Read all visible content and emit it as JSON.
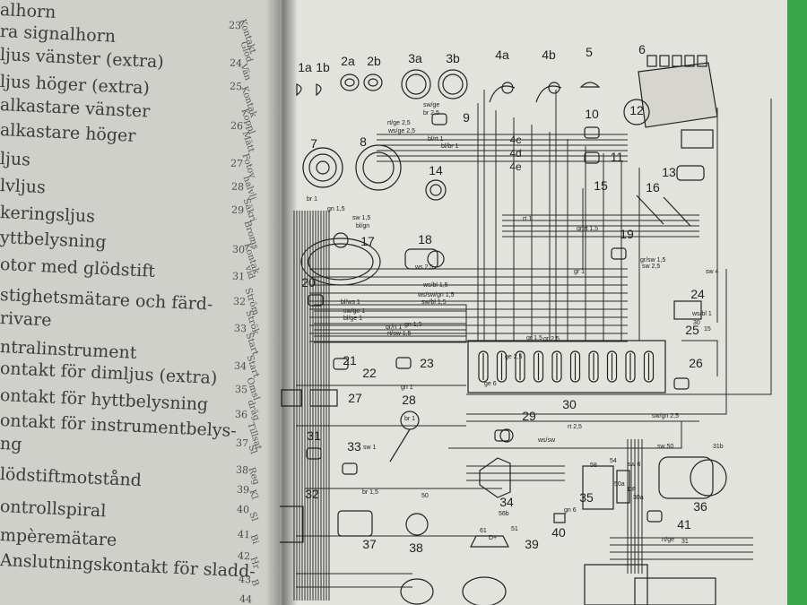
{
  "legend": [
    "alhorn",
    "ra signalhorn",
    "ljus vänster (extra)",
    "ljus höger (extra)",
    "alkastare vänster",
    "alkastare höger",
    "ljus",
    "lvljus",
    "keringsljus",
    "yttbelysning",
    "otor med glödstift",
    "stighetsmätare och färd-",
    "rivare",
    "ntralinstrument",
    "ontakt för dimljus (extra)",
    "ontakt för hyttbelysning",
    "ontakt för instrumentbelys-",
    "ng",
    "lödstiftmotstånd",
    "ontrollspiral",
    "mpèremätare",
    "Anslutningskontakt för sladd-"
  ],
  "left_numbers": [
    "23",
    "24",
    "25",
    "26",
    "27",
    "28",
    "29",
    "30",
    "31",
    "32",
    "33",
    "34",
    "35",
    "36",
    "37",
    "38",
    "39",
    "40",
    "41",
    "42",
    "43",
    "44"
  ],
  "left_fragments": [
    "Kontakt",
    "Glöd",
    "Vän",
    "Kontak",
    "Koppl",
    "Mätt",
    "Fotov",
    "halvlj",
    "Säkri",
    "Broms",
    "Kontak",
    "vid",
    "Ström",
    "Strök",
    "Start",
    "Start",
    "Omsl",
    "dräg",
    "Tillsat",
    "Sl",
    "Reg",
    "Kl",
    "Sl",
    "Bi",
    "Hr",
    "B"
  ],
  "diagram": {
    "components": [
      "1a",
      "1b",
      "2a",
      "2b",
      "3a",
      "3b",
      "4a",
      "4b",
      "5",
      "6",
      "7",
      "8",
      "9",
      "10",
      "11",
      "12",
      "13",
      "14",
      "15",
      "16",
      "17",
      "18",
      "19",
      "20",
      "21",
      "22",
      "23",
      "24",
      "25",
      "26",
      "27",
      "28",
      "29",
      "30",
      "31",
      "32",
      "33",
      "34",
      "35",
      "36",
      "37",
      "38",
      "39",
      "40",
      "41"
    ],
    "sub_labels": [
      "4c",
      "4d",
      "4e"
    ],
    "wire_labels": [
      "rt/ge 2,5",
      "ws/ge 2,5",
      "bl/rt 1",
      "bl/br 1",
      "sw/ge",
      "br 2,5",
      "br 1",
      "sw 1,5",
      "gn 1,5",
      "bl/gn",
      "bl/ws 1",
      "sw/ge 1",
      "bl/ge 1",
      "gr/rt 1",
      "gn 1",
      "rt/sw 1,5",
      "gn 1,5",
      "gr 1,5",
      "gr 2,5",
      "ge 2,5",
      "rt 1",
      "gr/rt 1,5",
      "gr/sw 1,5",
      "sw 2,5",
      "sw 4",
      "sw/gn 2,5",
      "sw 50",
      "ws/sw",
      "rt 2,5",
      "sw 1",
      "gn 6",
      "ge 6",
      "br 1",
      "ws 2,5",
      "ws/bl 1,5",
      "ws/sw/gn 1,5",
      "sw/bl 1,5",
      "ws/bl 1",
      "30",
      "15",
      "54",
      "58",
      "50a",
      "51",
      "31b",
      "56b",
      "61",
      "D+",
      "DF",
      "30a",
      "31",
      "50",
      "br 1,5",
      "rt/ge",
      "sw 6",
      "gr 1"
    ]
  }
}
